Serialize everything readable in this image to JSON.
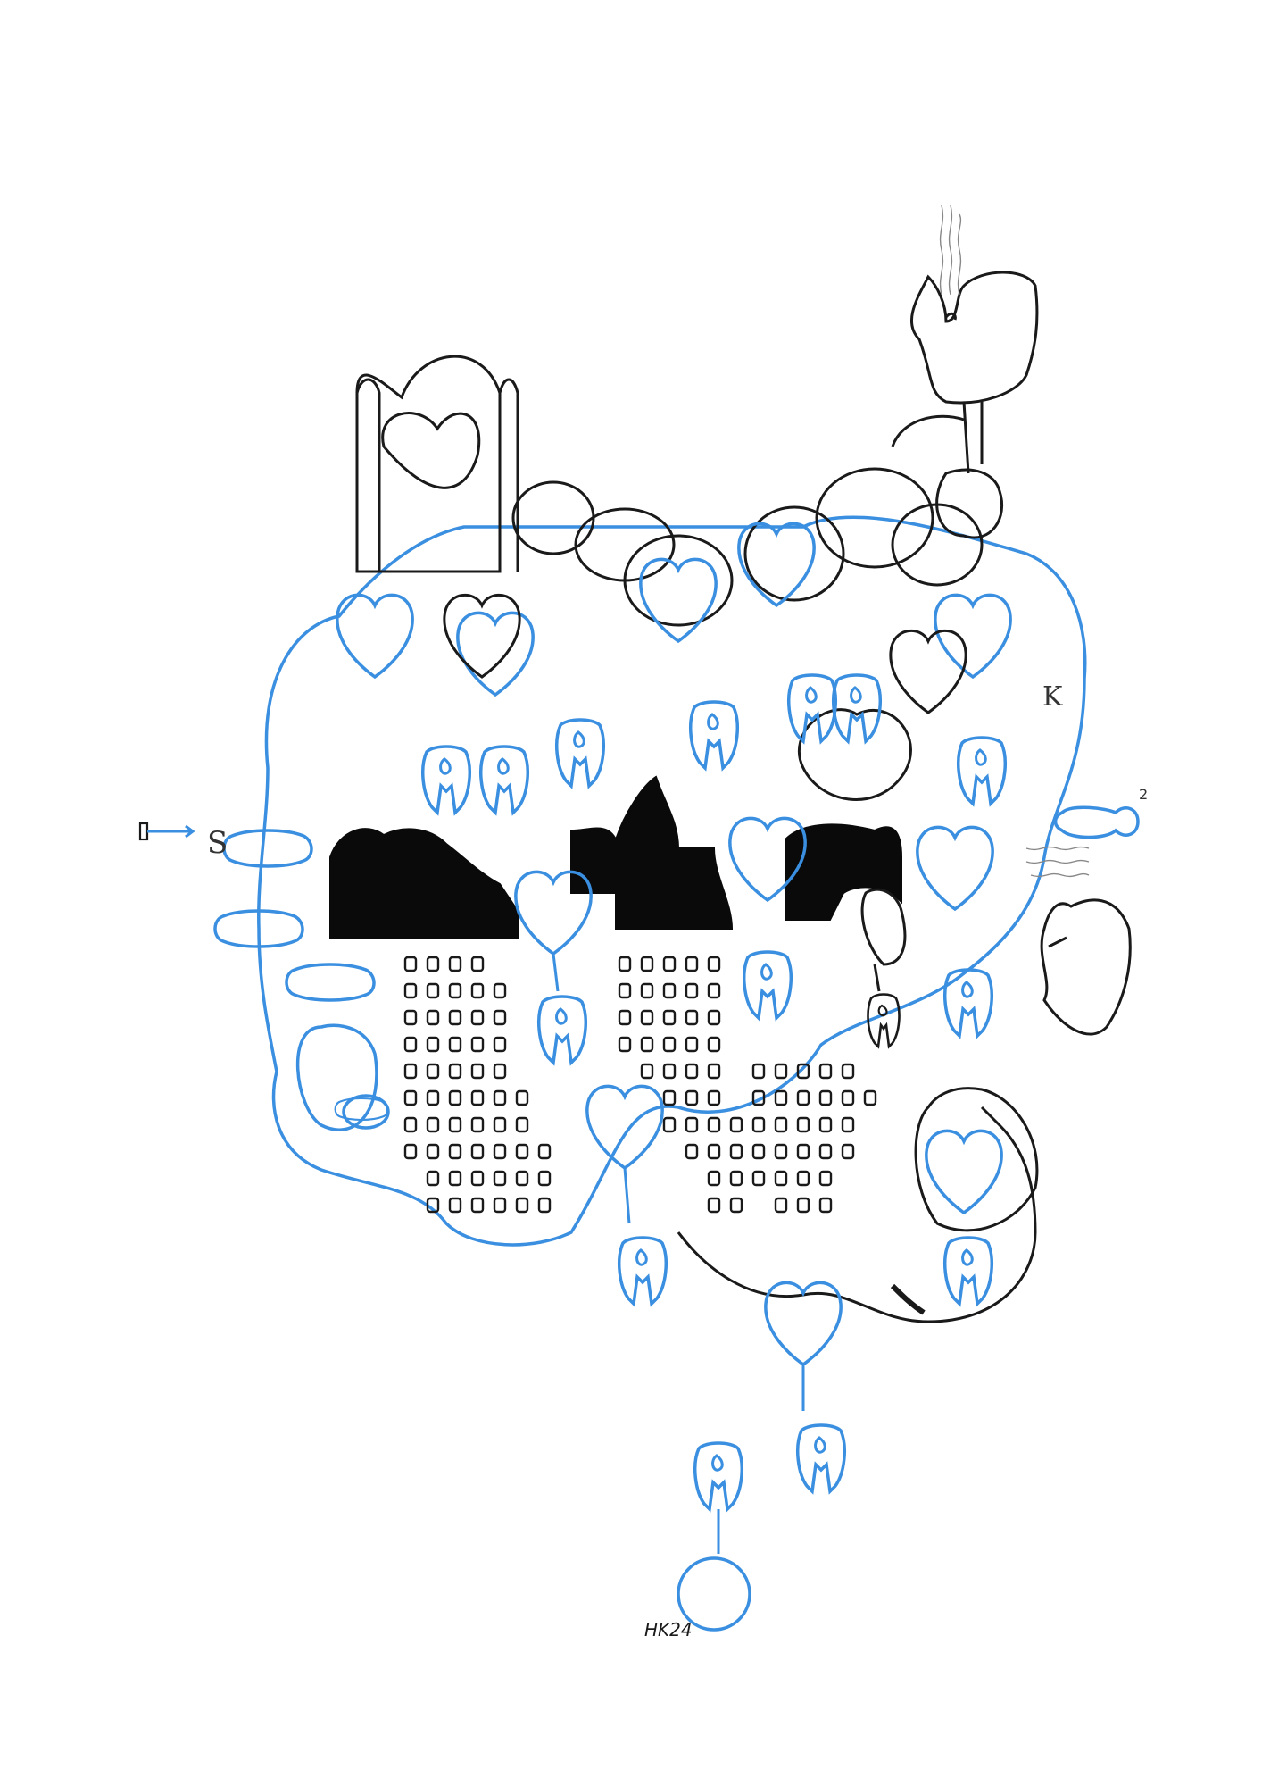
{
  "artwork": {
    "labels": {
      "s_label": "S",
      "k_label": "K",
      "two_label": "2",
      "signature": "HK24"
    },
    "colors": {
      "paper": "#ffffff",
      "blue_ink": "#3a8fe0",
      "black_ink": "#1a1a1a",
      "fill_black": "#0a0a0a"
    }
  }
}
